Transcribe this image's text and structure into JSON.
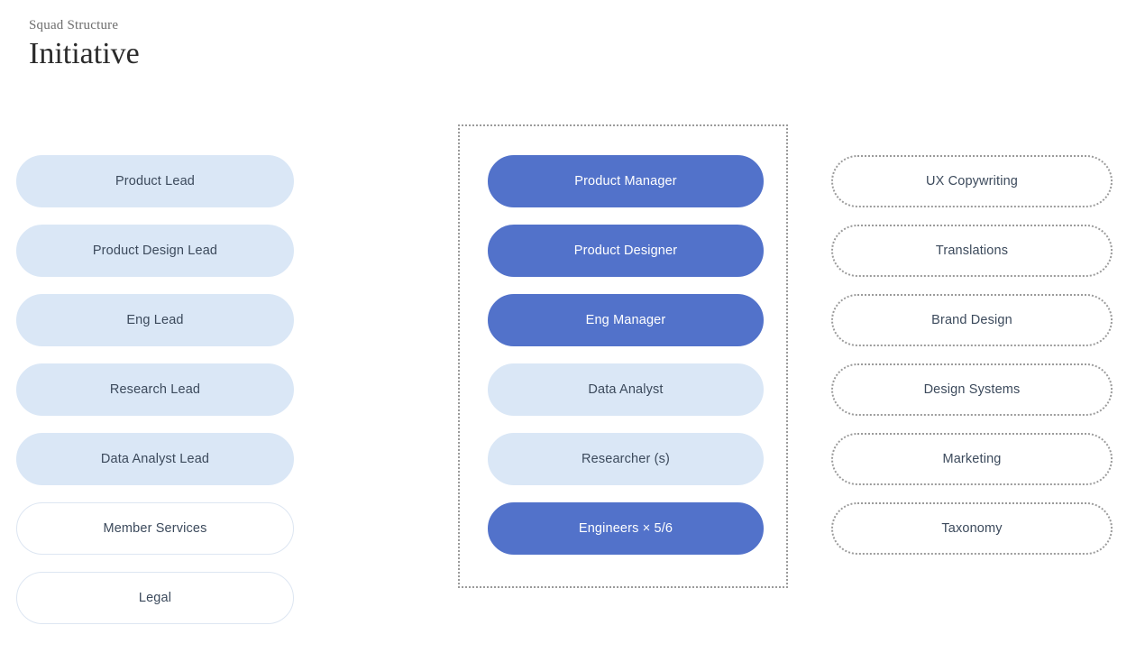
{
  "header": {
    "eyebrow": "Squad Structure",
    "title": "Initiative"
  },
  "colors": {
    "solid_blue": "#5272ca",
    "light_blue": "#dae7f6",
    "text_dark": "#3c4a5c",
    "dotted_border": "#9b9b9b",
    "background": "#ffffff"
  },
  "columns": [
    {
      "id": "leads",
      "items": [
        {
          "label": "Product Lead",
          "style": "light"
        },
        {
          "label": "Product Design Lead",
          "style": "light"
        },
        {
          "label": "Eng Lead",
          "style": "light"
        },
        {
          "label": "Research Lead",
          "style": "light"
        },
        {
          "label": "Data Analyst Lead",
          "style": "light"
        },
        {
          "label": "Member Services",
          "style": "outline-solid"
        },
        {
          "label": "Legal",
          "style": "outline-solid"
        }
      ]
    },
    {
      "id": "squad",
      "framed": true,
      "items": [
        {
          "label": "Product Manager",
          "style": "solid"
        },
        {
          "label": "Product Designer",
          "style": "solid"
        },
        {
          "label": "Eng Manager",
          "style": "solid"
        },
        {
          "label": "Data Analyst",
          "style": "light"
        },
        {
          "label": "Researcher (s)",
          "style": "light"
        },
        {
          "label": "Engineers × 5/6",
          "style": "solid"
        }
      ]
    },
    {
      "id": "support",
      "items": [
        {
          "label": "UX Copywriting",
          "style": "dotted"
        },
        {
          "label": "Translations",
          "style": "dotted"
        },
        {
          "label": "Brand Design",
          "style": "dotted"
        },
        {
          "label": "Design Systems",
          "style": "dotted"
        },
        {
          "label": "Marketing",
          "style": "dotted"
        },
        {
          "label": "Taxonomy",
          "style": "dotted"
        }
      ]
    }
  ]
}
